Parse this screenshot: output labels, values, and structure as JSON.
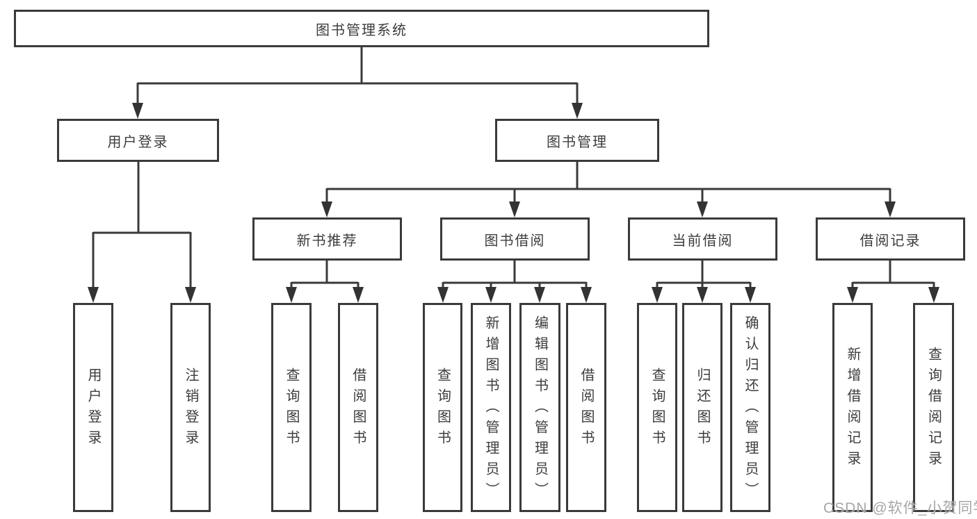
{
  "tree": {
    "root": "图书管理系统",
    "children": [
      {
        "label": "用户登录",
        "children": [
          "用户登录",
          "注销登录"
        ]
      },
      {
        "label": "图书管理",
        "children": [
          {
            "label": "新书推荐",
            "children": [
              "查询图书",
              "借阅图书"
            ]
          },
          {
            "label": "图书借阅",
            "children": [
              "查询图书",
              "新增图书（管理员）",
              "编辑图书（管理员）",
              "借阅图书"
            ]
          },
          {
            "label": "当前借阅",
            "children": [
              "查询图书",
              "归还图书",
              "确认归还（管理员）"
            ]
          },
          {
            "label": "借阅记录",
            "children": [
              "新增借阅记录",
              "查询借阅记录"
            ]
          }
        ]
      }
    ]
  },
  "watermark": "CSDN @软件_小贺同学",
  "colors": {
    "line": "#3a3a3a",
    "border": "#3a3a3a",
    "text": "#3c3c3c",
    "background": "#ffffff",
    "watermark": "#9e9e9e"
  }
}
